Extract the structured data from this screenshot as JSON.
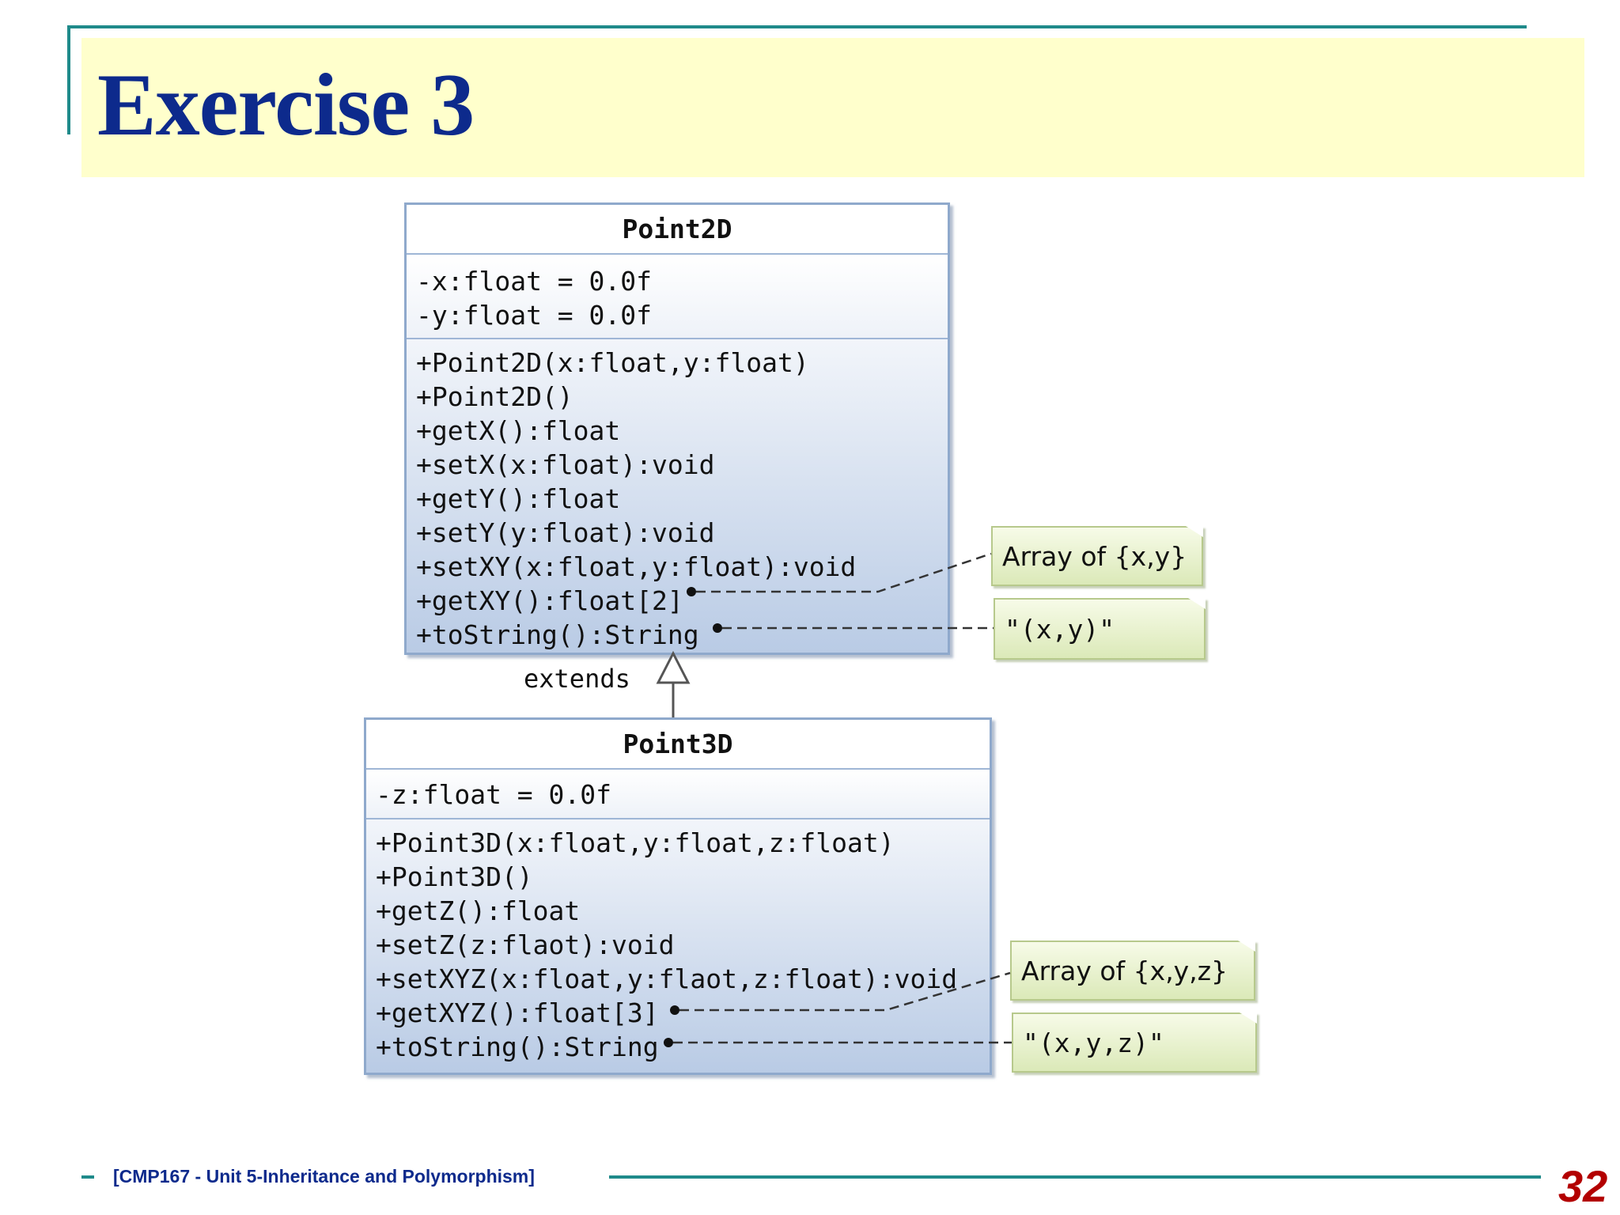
{
  "slide": {
    "title": "Exercise 3",
    "footer": "[CMP167 - Unit 5-Inheritance and Polymorphism]",
    "page_number": "32"
  },
  "diagram": {
    "point2d": {
      "name": "Point2D",
      "attributes": [
        "-x:float = 0.0f",
        "-y:float = 0.0f"
      ],
      "operations": [
        "+Point2D(x:float,y:float)",
        "+Point2D()",
        "+getX():float",
        "+setX(x:float):void",
        "+getY():float",
        "+setY(y:float):void",
        "+setXY(x:float,y:float):void",
        "+getXY():float[2]",
        "+toString():String"
      ]
    },
    "point3d": {
      "name": "Point3D",
      "attributes": [
        "-z:float = 0.0f"
      ],
      "operations": [
        "+Point3D(x:float,y:float,z:float)",
        "+Point3D()",
        "+getZ():float",
        "+setZ(z:flaot):void",
        "+setXYZ(x:float,y:flaot,z:float):void",
        "+getXYZ():float[3]",
        "+toString():String"
      ]
    },
    "relation_label": "extends",
    "notes": {
      "xy_array": "Array of {x,y}",
      "xy_string": "\"(x,y)\"",
      "xyz_array": "Array of {x,y,z}",
      "xyz_string": "\"(x,y,z)\""
    }
  }
}
